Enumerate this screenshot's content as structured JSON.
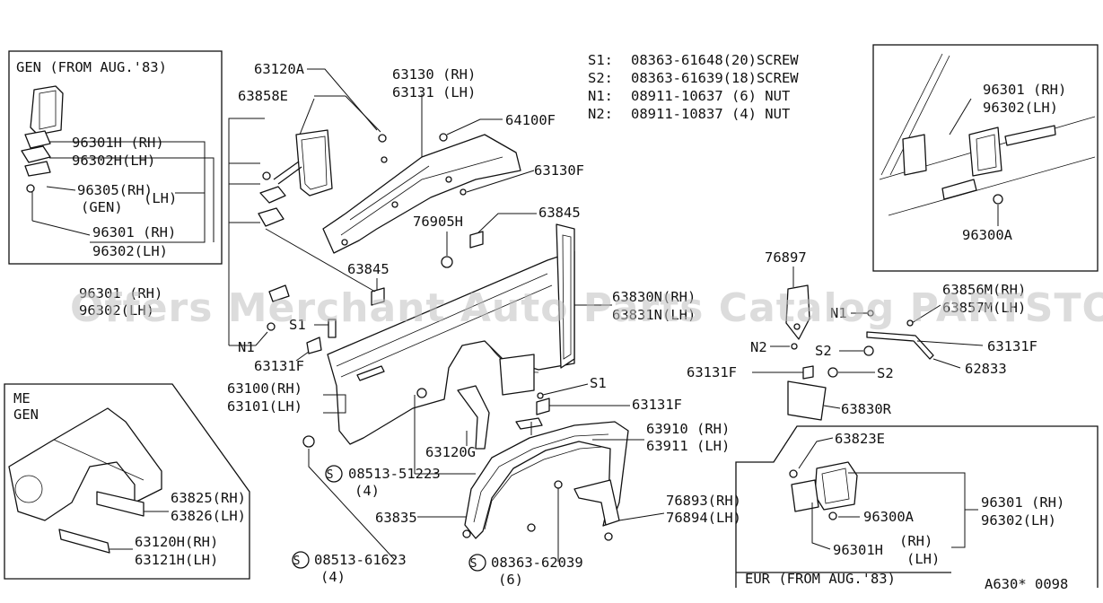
{
  "legend": {
    "s1": {
      "key": "S1:",
      "text": "08363-61648(20)SCREW"
    },
    "s2": {
      "key": "S2:",
      "text": "08363-61639(18)SCREW"
    },
    "n1": {
      "key": "N1:",
      "text": "08911-10637  (6)  NUT"
    },
    "n2": {
      "key": "N2:",
      "text": "08911-10837  (4)  NUT"
    }
  },
  "insets": {
    "gen_title": "GEN (FROM AUG.'83)",
    "me_title_1": "ME",
    "me_title_2": "GEN",
    "eur_title": "EUR (FROM AUG.'83)"
  },
  "labels": {
    "p96301H_rh": "96301H (RH)",
    "p96302H_lh": "96302H(LH)",
    "p96305_rh": "96305(RH)",
    "p96305_gen": "(GEN)",
    "p96305_lh": "(LH)",
    "gen_96301_rh": "96301 (RH)",
    "gen_96302_lh": "96302(LH)",
    "p63120A": "63120A",
    "p63858E": "63858E",
    "p63130_rh": "63130 (RH)",
    "p63131_lh": "63131 (LH)",
    "p64100F": "64100F",
    "p63130F": "63130F",
    "p76905H": "76905H",
    "p63845_a": "63845",
    "p63845_b": "63845",
    "left_96301_rh": "96301 (RH)",
    "left_96302_lh": "96302(LH)",
    "s1_left": "S1",
    "n1_left": "N1",
    "p63131F_left": "63131F",
    "p63100_rh": "63100(RH)",
    "p63101_lh": "63101(LH)",
    "p63830N_rh": "63830N(RH)",
    "p63831N_lh": "63831N(LH)",
    "s1_mid": "S1",
    "p63131F_mid": "63131F",
    "p63120G": "63120G",
    "p08513_51223": "08513-51223",
    "p08513_51223_q": "(4)",
    "p63910_rh": "63910 (RH)",
    "p63911_lh": "63911 (LH)",
    "p63835": "63835",
    "p76893_rh": "76893(RH)",
    "p76894_lh": "76894(LH)",
    "p08513_61623": "08513-61623",
    "p08513_61623_q": "(4)",
    "p08363_62039": "08363-62039",
    "p08363_62039_q": "(6)",
    "p63825_rh": "63825(RH)",
    "p63826_lh": "63826(LH)",
    "p63120H_rh": "63120H(RH)",
    "p63121H_lh": "63121H(LH)",
    "p76897": "76897",
    "p63856M_rh": "63856M(RH)",
    "p63857M_lh": "63857M(LH)",
    "n1_right": "N1",
    "n2_right": "N2",
    "s2_a": "S2",
    "s2_b": "S2",
    "p63131F_r1": "63131F",
    "p62833": "62833",
    "p63131F_r2": "63131F",
    "p63830R": "63830R",
    "tr_96301_rh": "96301 (RH)",
    "tr_96302_lh": "96302(LH)",
    "p96300A_tr": "96300A",
    "p63823E": "63823E",
    "p96300A_eur": "96300A",
    "eur_96301H": "96301H",
    "eur_96301H_rh": "(RH)",
    "eur_96301H_lh": "(LH)",
    "eur_96301_rh": "96301 (RH)",
    "eur_96302_lh": "96302(LH)",
    "drawing_no": "A630* 0098",
    "s_mark": "S"
  },
  "watermark": "Offers Merchant Auto Parts Catalog PARTSTORE.CA"
}
